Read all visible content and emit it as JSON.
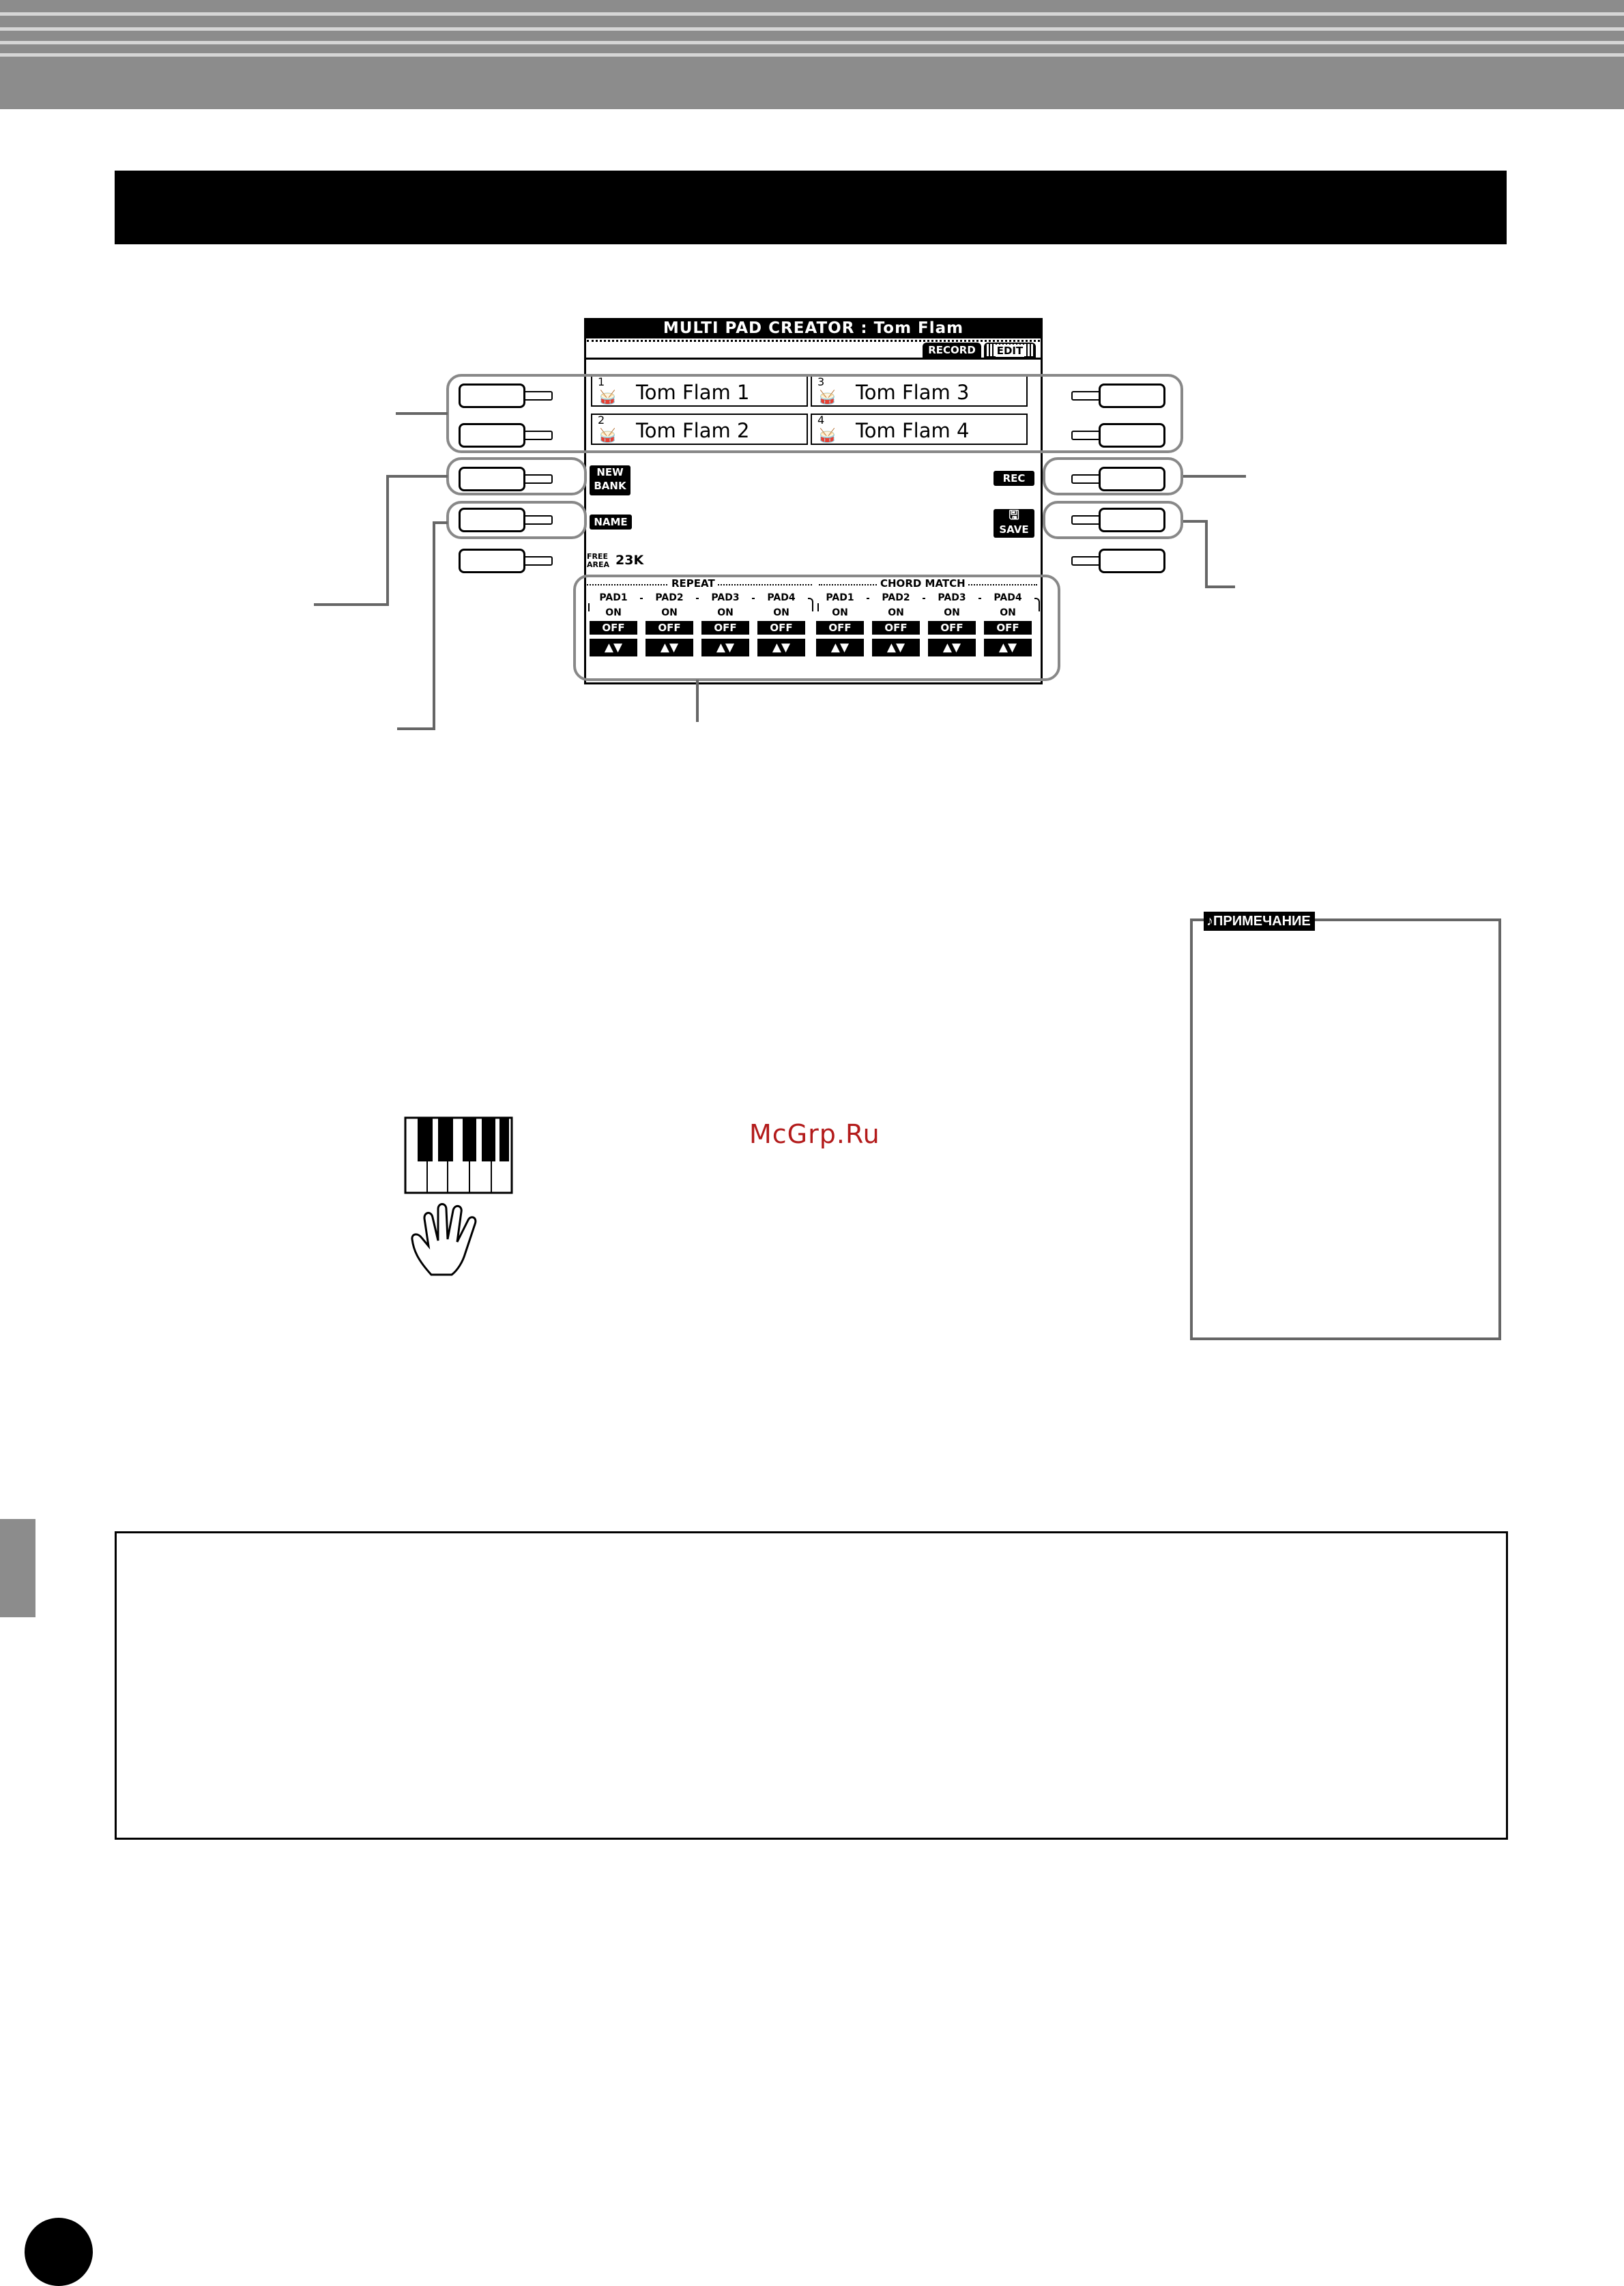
{
  "lcd": {
    "title": "MULTI PAD CREATOR : Tom Flam",
    "tabs": [
      "RECORD",
      "EDIT"
    ],
    "pads": [
      {
        "number": "1",
        "name": "Tom Flam 1"
      },
      {
        "number": "2",
        "name": "Tom Flam 2"
      },
      {
        "number": "3",
        "name": "Tom Flam 3"
      },
      {
        "number": "4",
        "name": "Tom Flam 4"
      }
    ],
    "soft_buttons": {
      "new_bank_line1": "NEW",
      "new_bank_line2": "BANK",
      "name": "NAME",
      "rec": "REC",
      "save": "SAVE"
    },
    "free_area": {
      "label_line1": "FREE",
      "label_line2": "AREA",
      "value": "23K"
    },
    "repeat": {
      "label": "REPEAT",
      "pads": [
        {
          "pad": "PAD1",
          "on": "ON",
          "off": "OFF",
          "arrows": "▲▼"
        },
        {
          "pad": "PAD2",
          "on": "ON",
          "off": "OFF",
          "arrows": "▲▼"
        },
        {
          "pad": "PAD3",
          "on": "ON",
          "off": "OFF",
          "arrows": "▲▼"
        },
        {
          "pad": "PAD4",
          "on": "ON",
          "off": "OFF",
          "arrows": "▲▼"
        }
      ]
    },
    "chord_match": {
      "label": "CHORD MATCH",
      "pads": [
        {
          "pad": "PAD1",
          "on": "ON",
          "off": "OFF",
          "arrows": "▲▼"
        },
        {
          "pad": "PAD2",
          "on": "ON",
          "off": "OFF",
          "arrows": "▲▼"
        },
        {
          "pad": "PAD3",
          "on": "ON",
          "off": "OFF",
          "arrows": "▲▼"
        },
        {
          "pad": "PAD4",
          "on": "ON",
          "off": "OFF",
          "arrows": "▲▼"
        }
      ]
    }
  },
  "note": {
    "label": "ПРИМЕЧАНИЕ",
    "icon": "music-note-icon"
  },
  "watermark": "McGrp.Ru",
  "colors": {
    "header_band": "#8c8c8c",
    "group_outline": "#888888",
    "watermark": "#b31b1b"
  }
}
